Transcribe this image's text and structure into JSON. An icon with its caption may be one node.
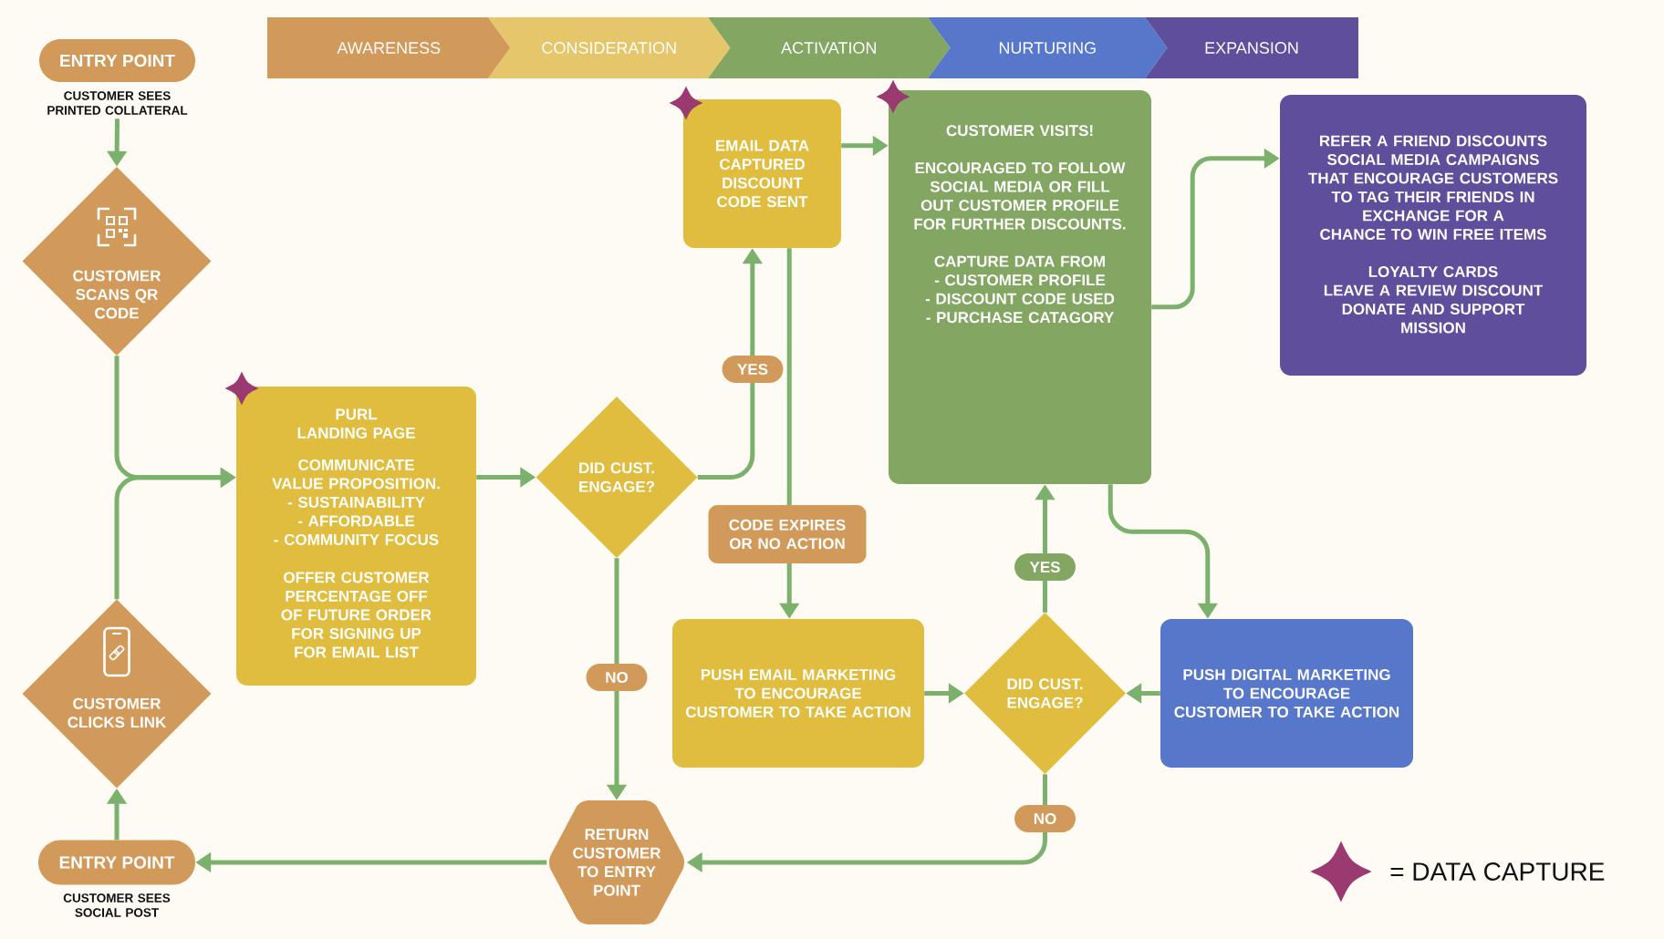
{
  "diagram": {
    "nodes": [
      {
        "text": [
          "AWARENESS"
        ]
      },
      {
        "text": [
          "CONSIDERATION"
        ]
      },
      {
        "text": [
          "ACTIVATION"
        ]
      },
      {
        "text": [
          "NURTURING"
        ]
      },
      {
        "text": [
          "EXPANSION"
        ]
      },
      {
        "text": [
          "ENTRY POINT"
        ],
        "beside": [
          "CUSTOMER SEES PRINTED COLLATERAL"
        ]
      },
      {
        "text": [
          "CUSTOMER SCANS QR CODE"
        ]
      },
      {
        "text": [
          "EMAIL DATA CAPTURED DISCOUNT CODE SENT"
        ]
      },
      {
        "text": [
          "CUSTOMER VISITS!",
          "ENCOURAGED TO FOLLOW SOCIAL MEDIA OR FILL OUT CUSTOMER PROFILE FOR FURTHER DISCOUNTS.",
          "CAPTURE DATA FROM",
          "- CUSTOMER PROFILE",
          "- DISCOUNT CODE USED",
          "- PURCHASE CATAGORY"
        ]
      },
      {
        "text": [
          "REFER A FRIEND DISCOUNTS",
          "SOCIAL MEDIA CAMPAIGNS THAT ENCOURAGE CUSTOMERS TO TAG THEIR FRIENDS IN EXCHANGE FOR A CHANCE TO WIN FREE ITEMS",
          "LOYALTY CARDS",
          "LEAVE A REVIEW DISCOUNT",
          "DONATE AND SUPPORT MISSION"
        ]
      },
      {
        "text": [
          "PURL LANDING PAGE",
          "COMMUNICATE VALUE PROPOSITION.",
          "- SUSTAINABILITY",
          "- AFFORDABLE",
          "- COMMUNITY FOCUS",
          "OFFER CUSTOMER PERCENTAGE OFF OF FUTURE ORDER FOR SIGNING UP FOR EMAIL LIST"
        ]
      },
      {
        "text": [
          "DID CUST. ENGAGE?"
        ]
      },
      {
        "text": [
          "CUSTOMER CLICKS LINK"
        ]
      },
      {
        "text": [
          "PUSH EMAIL MARKETING TO ENCOURAGE CUSTOMER TO TAKE ACTION"
        ]
      },
      {
        "text": [
          "DID CUST. ENGAGE?"
        ]
      },
      {
        "text": [
          "PUSH DIGITAL MARKETING TO ENCOURAGE CUSTOMER TO TAKE ACTION"
        ]
      },
      {
        "text": [
          "ENTRY POINT"
        ],
        "beside": [
          "CUSTOMER SEES SOCIAL POST"
        ]
      },
      {
        "text": [
          "RETURN CUSTOMER TO ENTRY POINT"
        ]
      }
    ],
    "edges": [
      {
        "from": 5,
        "to": 6,
        "arrow": "to"
      },
      {
        "from": 6,
        "to": 10,
        "arrow": "to"
      },
      {
        "from": 12,
        "to": 10,
        "arrow": "to"
      },
      {
        "from": 16,
        "to": 12,
        "arrow": "to"
      },
      {
        "from": 10,
        "to": 11,
        "arrow": "to"
      },
      {
        "from": 11,
        "to": 7,
        "arrow": "to",
        "label": "YES"
      },
      {
        "from": 11,
        "to": 17,
        "arrow": "to",
        "label": "NO"
      },
      {
        "from": 7,
        "to": 8,
        "arrow": "to"
      },
      {
        "from": 7,
        "to": 13,
        "arrow": "to",
        "label": "CODE EXPIRES OR NO ACTION"
      },
      {
        "from": 13,
        "to": 14,
        "arrow": "to"
      },
      {
        "from": 14,
        "to": 8,
        "arrow": "to",
        "label": "YES"
      },
      {
        "from": 15,
        "to": 14,
        "arrow": "to"
      },
      {
        "from": 8,
        "to": 15,
        "arrow": "to"
      },
      {
        "from": 8,
        "to": 9,
        "arrow": "to"
      },
      {
        "from": 14,
        "to": 17,
        "arrow": "to",
        "label": "NO"
      },
      {
        "from": 17,
        "to": 16,
        "arrow": "to"
      }
    ],
    "legend": [
      {
        "text": "= DATA CAPTURE"
      }
    ]
  }
}
